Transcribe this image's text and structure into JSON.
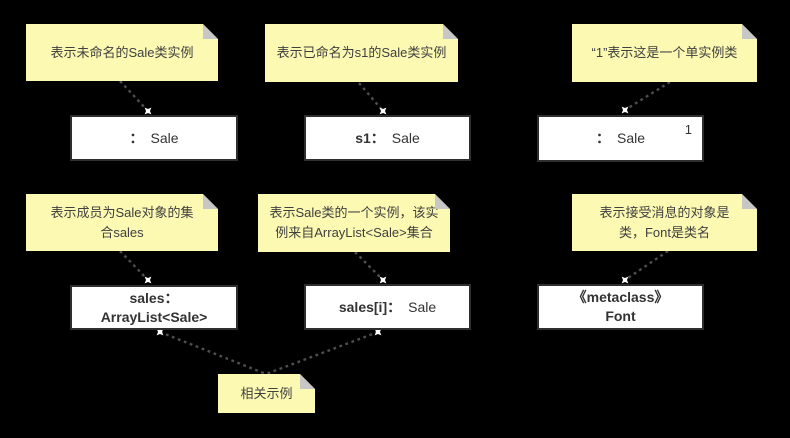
{
  "canvas": {
    "background": "#000000"
  },
  "palette": {
    "note_fill": "#FBF9B2",
    "note_fold": "#C7C7C7",
    "note_text": "#404040",
    "box_fill": "#FFFFFF",
    "box_border": "#2E2E2E",
    "box_text": "#333333",
    "connector": "#4E4E4E",
    "anchor_marker": "#FFFFFF"
  },
  "notes": [
    {
      "id": "unnamed-sale-instance",
      "lines": [
        "表示未命名的Sale类实例"
      ]
    },
    {
      "id": "named-s1-instance",
      "lines": [
        "表示已命名为s1的Sale类实例"
      ]
    },
    {
      "id": "singleton-class",
      "lines": [
        "“1”表示这是一个单实例类"
      ]
    },
    {
      "id": "sales-collection",
      "lines": [
        "表示成员为Sale对象的集",
        "合sales"
      ]
    },
    {
      "id": "arraylist-element",
      "lines": [
        "表示Sale类的一个实例，该实",
        "例来自ArrayList<Sale>集合"
      ]
    },
    {
      "id": "metaclass-receiver",
      "lines": [
        "表示接受消息的对象是",
        "类，Font是类名"
      ]
    },
    {
      "id": "related-example",
      "lines": [
        "相关示例"
      ]
    }
  ],
  "objects": [
    {
      "id": "anonymous-sale",
      "label_left": "：",
      "label_right": "Sale"
    },
    {
      "id": "s1-sale",
      "label_left": "s1：",
      "label_right": "Sale"
    },
    {
      "id": "singleton-sale",
      "label_left": "：",
      "label_right": "Sale",
      "multiplicity": "1"
    },
    {
      "id": "sales-arraylist",
      "line1": "sales：",
      "line2": "ArrayList<Sale>"
    },
    {
      "id": "sales-i-element",
      "label_left": "sales[i]：",
      "label_right": "Sale"
    },
    {
      "id": "metaclass-font",
      "line1": "《metaclass》",
      "line2": "Font"
    }
  ]
}
